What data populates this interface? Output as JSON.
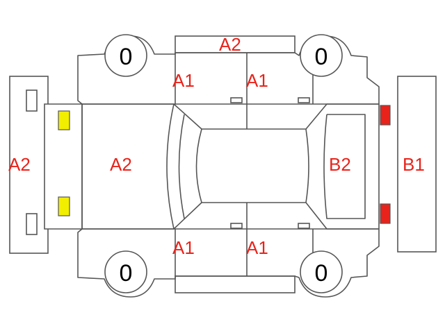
{
  "colors": {
    "label": "#e8231b",
    "outline": "#555555",
    "headlight": "#f2ee00",
    "taillight": "#e8231b",
    "tread": "#000000"
  },
  "panel_labels": {
    "roof_top": "A2",
    "front_bumper": "A2",
    "hood": "A2",
    "door_front_upper": "A1",
    "door_rear_upper": "A1",
    "door_front_lower": "A1",
    "door_rear_lower": "A1",
    "trunk": "B2",
    "rear_bumper": "B1"
  },
  "tires": {
    "front_upper": "0",
    "rear_upper": "0",
    "front_lower": "0",
    "rear_lower": "0"
  }
}
